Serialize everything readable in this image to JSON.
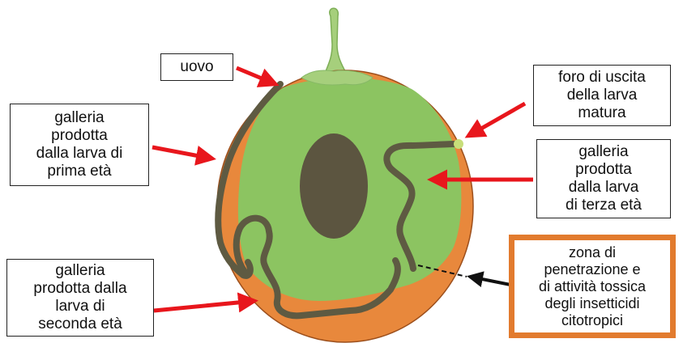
{
  "colors": {
    "peel": "#E8883C",
    "pulp": "#8CC461",
    "seed": "#5C5540",
    "tunnel": "#5E5A42",
    "stem": "#A6CF7C",
    "arrow": "#E8161C",
    "zone_border": "#E27B2E"
  },
  "labels": {
    "egg": "uovo",
    "exit_hole": "foro di uscita\ndella larva\nmatura",
    "first_instar": "galleria\nprodotta\ndalla larva di\nprima età",
    "third_instar": "galleria\nprodotta\ndalla larva\ndi terza età",
    "second_instar": "galleria\nprodotta dalla\nlarva di\nseconda età",
    "toxic_zone": "zona di\npenetrazione e\ndi attività tossica\ndegli insetticidi\ncitotropici"
  }
}
